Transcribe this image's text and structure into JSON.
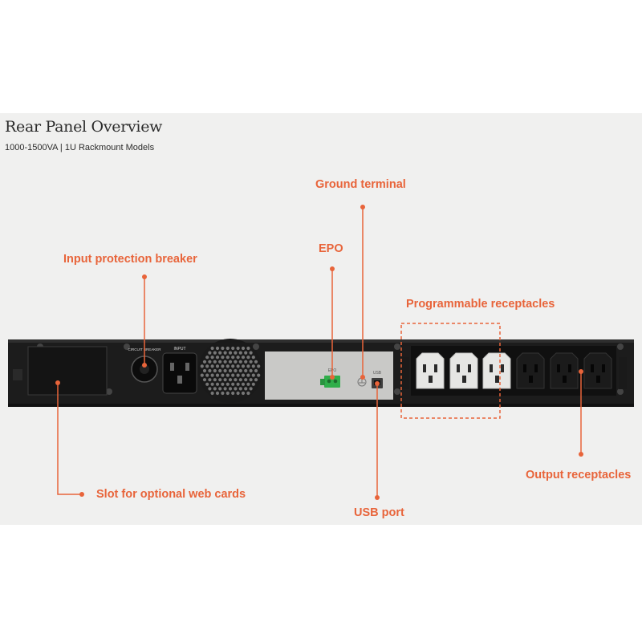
{
  "title": "Rear Panel Overview",
  "subtitle": "1000-1500VA | 1U Rackmount Models",
  "callouts": {
    "ground_terminal": "Ground terminal",
    "input_breaker": "Input protection breaker",
    "epo": "EPO",
    "programmable_receptacles": "Programmable receptacles",
    "slot_web_cards": "Slot for optional web cards",
    "usb_port": "USB port",
    "output_receptacles": "Output receptacles"
  },
  "device_labels": {
    "circuit_breaker": "CIRCUIT BREAKER",
    "input": "INPUT",
    "epo": "EPO",
    "usb": "USB"
  },
  "colors": {
    "accent": "#e8643a",
    "background": "#f0f0ef",
    "chassis": "#1c1c1c",
    "metal_plate": "#c9c9c7",
    "outlet_bank": "#101010",
    "epo_connector": "#2fae4a"
  }
}
